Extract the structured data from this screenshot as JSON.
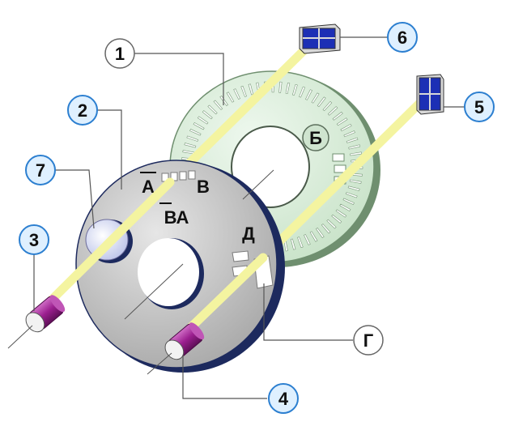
{
  "callouts": {
    "c1": "1",
    "c2": "2",
    "c3": "3",
    "c4": "4",
    "c5": "5",
    "c6": "6",
    "c7": "7",
    "cG": "Г"
  },
  "disk_labels": {
    "A_bar": "А",
    "B": "В",
    "BA": "ВА",
    "D": "Д",
    "Bdisk": "Б"
  },
  "colors": {
    "rear_disk": "#d6ecd6",
    "front_disk": "#bdbdbd",
    "beam": "#f4f4a0",
    "emitter": "#9b1f8f",
    "sensor": "#1c2fb5",
    "callout_blue_fill": "#dff0ff",
    "callout_white_fill": "#ffffff"
  }
}
